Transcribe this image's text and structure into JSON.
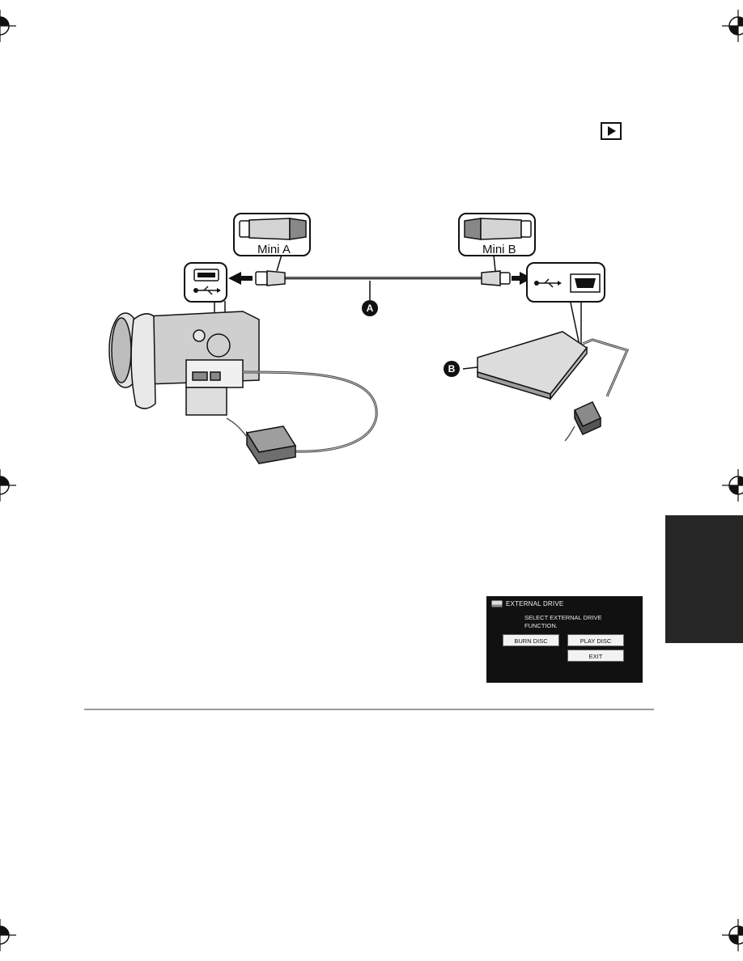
{
  "illustration": {
    "mini_a_label": "Mini A",
    "mini_b_label": "Mini B",
    "marker_a": "A",
    "marker_b": "B"
  },
  "osd": {
    "title": "EXTERNAL DRIVE",
    "message_line1": "SELECT EXTERNAL DRIVE",
    "message_line2": "FUNCTION.",
    "buttons": {
      "burn_disc": "BURN DISC",
      "play_disc": "PLAY DISC",
      "exit": "EXIT"
    }
  },
  "icons": {
    "playback_mode": "play-icon",
    "usb": "usb-icon"
  }
}
